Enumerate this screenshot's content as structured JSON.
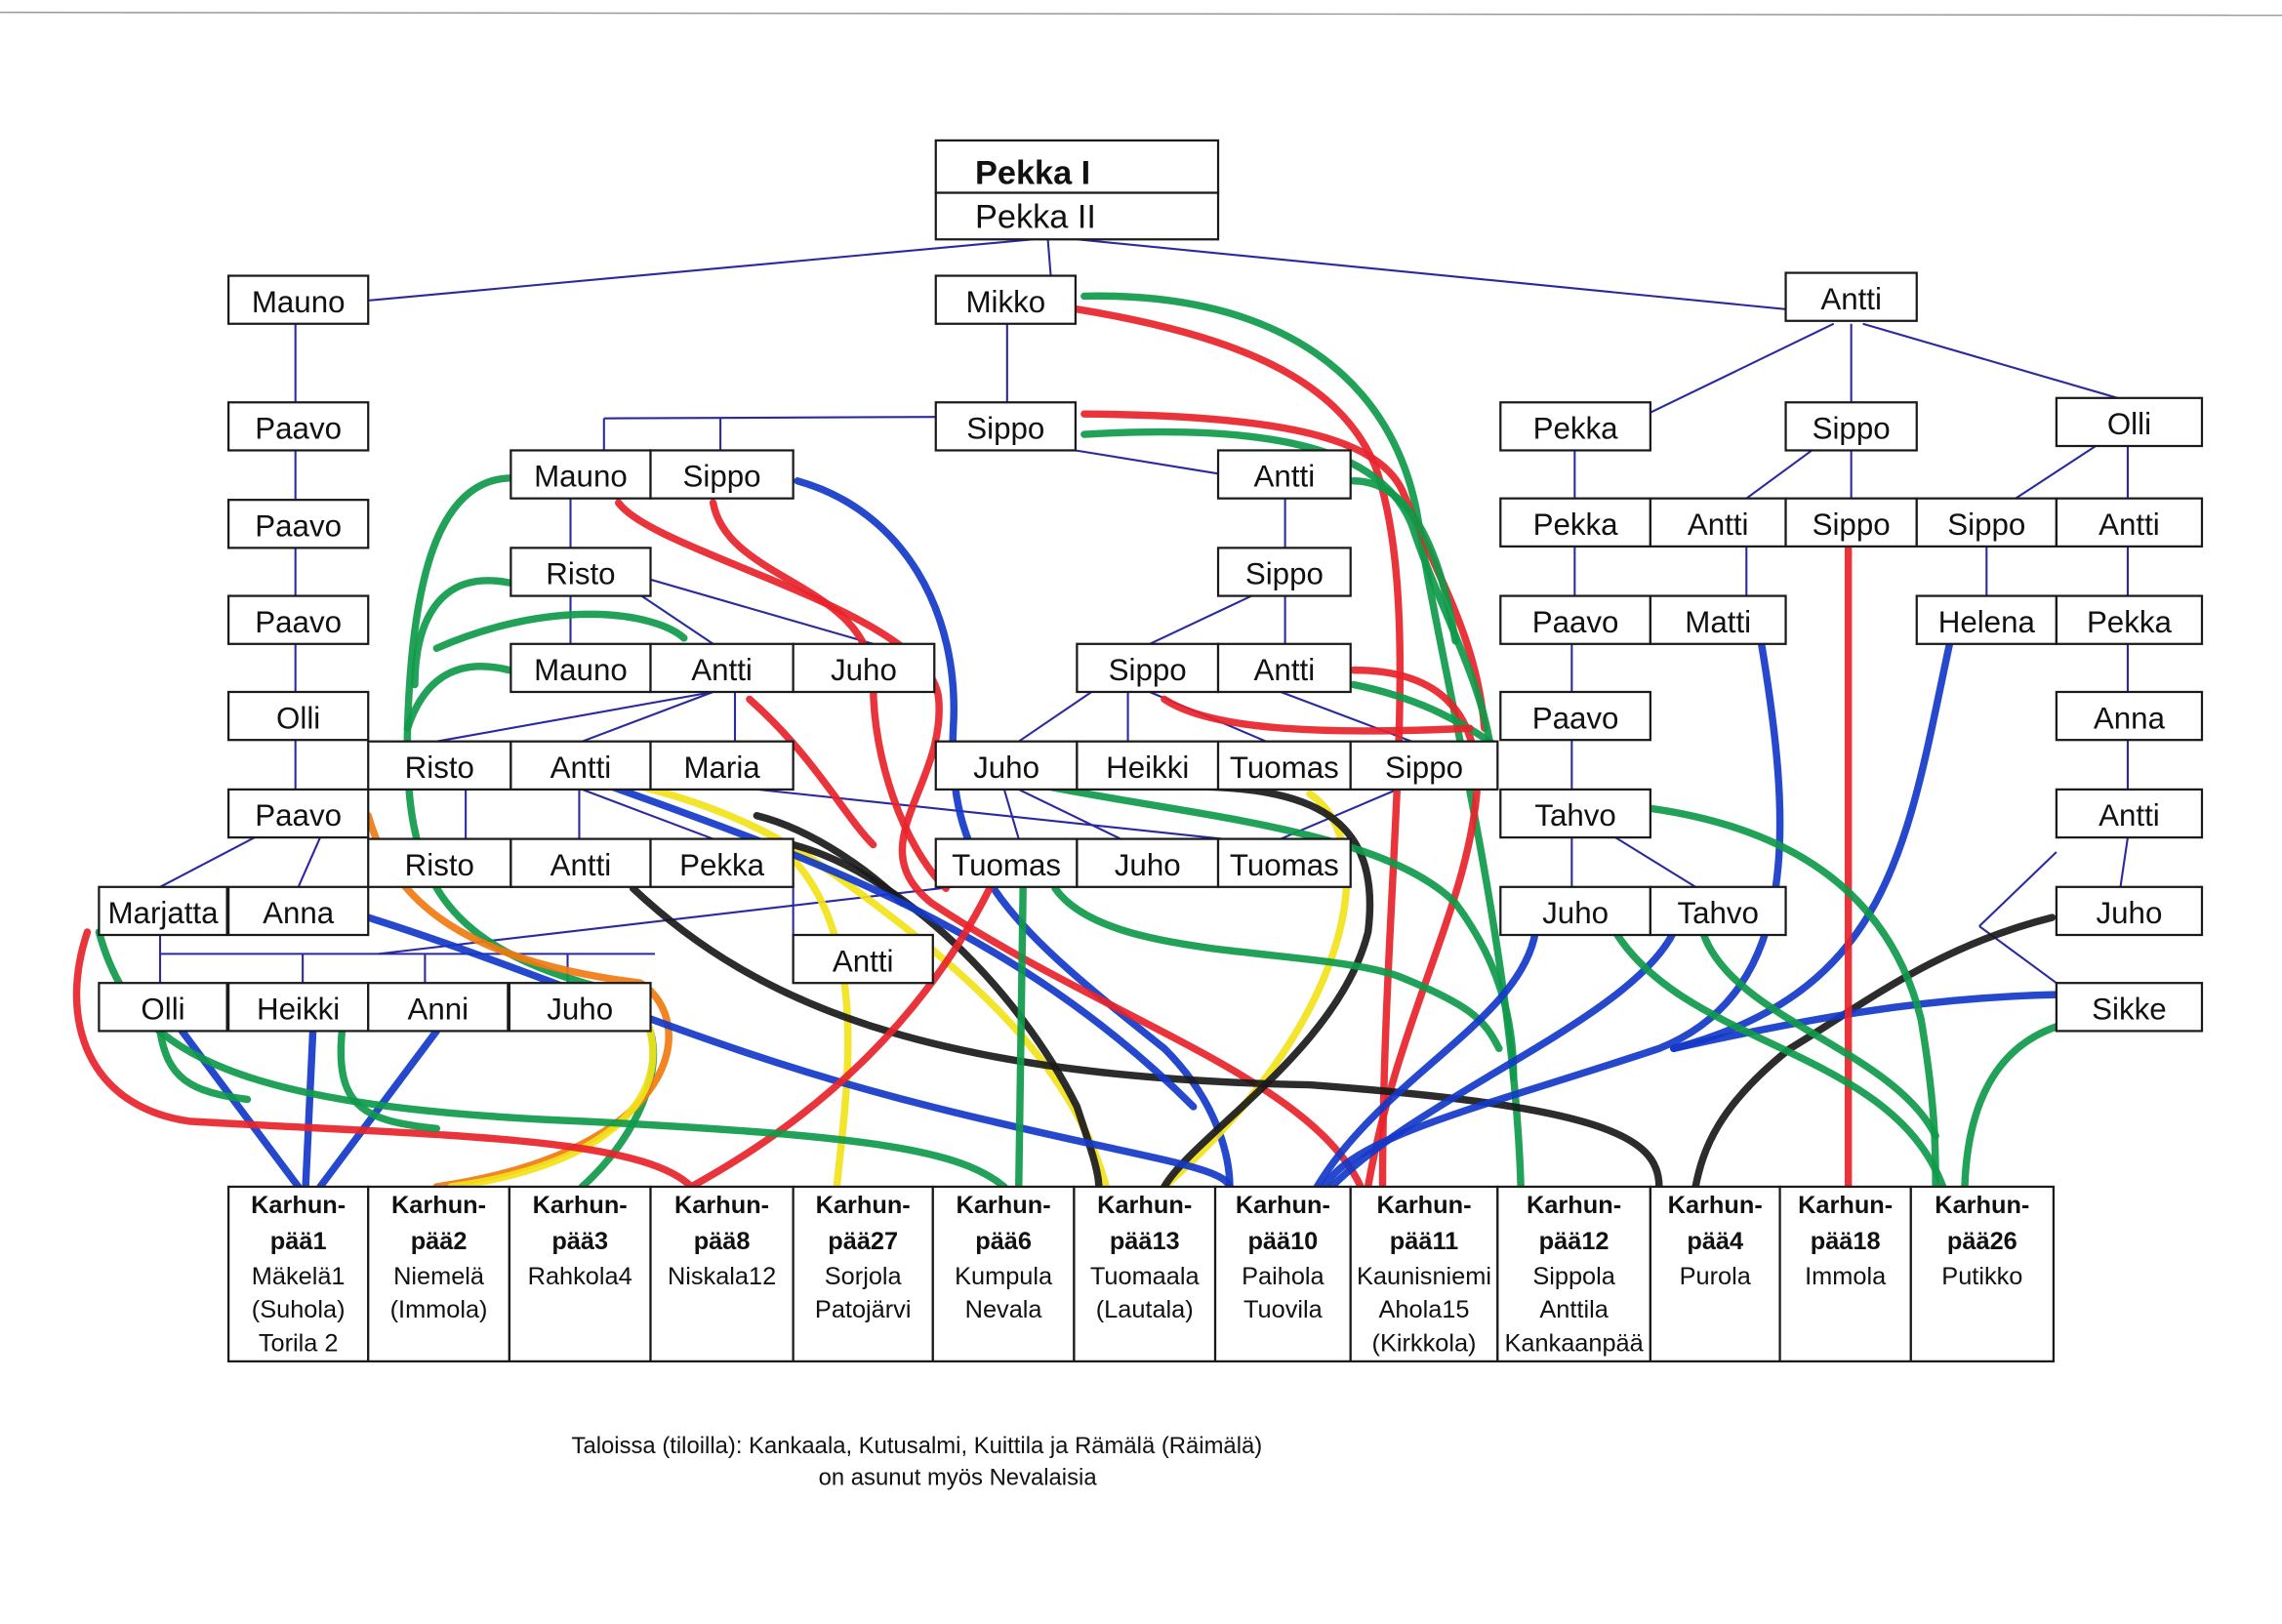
{
  "title": {
    "line1": "Pekka I",
    "line2": "Pekka II"
  },
  "people": [
    "Mauno",
    "Mikko",
    "Antti",
    "Paavo",
    "Paavo",
    "Paavo",
    "Olli",
    "Paavo",
    "Marjatta",
    "Anna",
    "Olli",
    "Heikki",
    "Anni",
    "Juho",
    "Mauno",
    "Sippo",
    "Risto",
    "Mauno",
    "Antti",
    "Juho",
    "Risto",
    "Antti",
    "Maria",
    "Risto",
    "Antti",
    "Pekka",
    "Antti",
    "Sippo",
    "Antti",
    "Sippo",
    "Sippo",
    "Antti",
    "Juho",
    "Heikki",
    "Tuomas",
    "Sippo",
    "Tuomas",
    "Juho",
    "Tuomas",
    "Pekka",
    "Sippo",
    "Olli",
    "Pekka",
    "Antti",
    "Sippo",
    "Sippo",
    "Antti",
    "Paavo",
    "Matti",
    "Helena",
    "Pekka",
    "Paavo",
    "Anna",
    "Tahvo",
    "Antti",
    "Juho",
    "Tahvo",
    "Juho",
    "Sikke"
  ],
  "houses": [
    {
      "line1": "Karhun-",
      "line2": "pää1",
      "places": [
        "Mäkelä1",
        "(Suhola)",
        "Torila 2"
      ]
    },
    {
      "line1": "Karhun-",
      "line2": "pää2",
      "places": [
        "Niemelä",
        "(Immola)"
      ]
    },
    {
      "line1": "Karhun-",
      "line2": "pää3",
      "places": [
        "Rahkola4"
      ]
    },
    {
      "line1": "Karhun-",
      "line2": "pää8",
      "places": [
        "Niskala12"
      ]
    },
    {
      "line1": "Karhun-",
      "line2": "pää27",
      "places": [
        "Sorjola",
        "Patojärvi"
      ]
    },
    {
      "line1": "Karhun-",
      "line2": "pää6",
      "places": [
        "Kumpula",
        "Nevala"
      ]
    },
    {
      "line1": "Karhun-",
      "line2": "pää13",
      "places": [
        "Tuomaala",
        "(Lautala)"
      ]
    },
    {
      "line1": "Karhun-",
      "line2": "pää10",
      "places": [
        "Paihola",
        "Tuovila"
      ]
    },
    {
      "line1": "Karhun-",
      "line2": "pää11",
      "places": [
        "Kaunisniemi",
        "Ahola15",
        "(Kirkkola)"
      ]
    },
    {
      "line1": "Karhun-",
      "line2": "pää12",
      "places": [
        "Sippola",
        "Anttila",
        "Kankaanpää"
      ]
    },
    {
      "line1": "Karhun-",
      "line2": "pää4",
      "places": [
        "Purola"
      ]
    },
    {
      "line1": "Karhun-",
      "line2": "pää18",
      "places": [
        "Immola"
      ]
    },
    {
      "line1": "Karhun-",
      "line2": "pää26",
      "places": [
        "Putikko"
      ]
    }
  ],
  "footnote": {
    "line1": "Taloissa (tiloilla): Kankaala, Kutusalmi, Kuittila ja Rämälä (Räimälä)",
    "line2": "on asunut myös Nevalaisia"
  },
  "colors": {
    "red": "#e8232b",
    "green": "#0e9a4a",
    "blue": "#1438c8",
    "black": "#1a1a1a",
    "yellow": "#f2e21a",
    "orange": "#f07a10",
    "connector": "#2a2aa0"
  }
}
